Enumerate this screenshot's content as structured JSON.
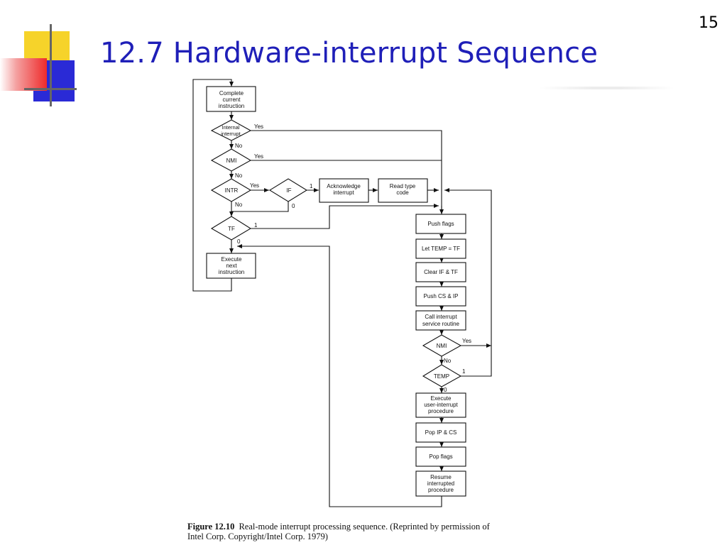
{
  "slide": {
    "page_number": "15",
    "title": "12.7 Hardware-interrupt Sequence"
  },
  "flowchart": {
    "complete_current": [
      "Complete",
      "current",
      "instruction"
    ],
    "internal_interrupt": [
      "Internal",
      "interrupt"
    ],
    "nmi_top": "NMI",
    "intr": "INTR",
    "if_flag": "IF",
    "acknowledge": [
      "Acknowledge",
      "interrupt"
    ],
    "read_type": [
      "Read type",
      "code"
    ],
    "tf": "TF",
    "execute_next": [
      "Execute",
      "next",
      "instruction"
    ],
    "push_flags": "Push flags",
    "let_temp": "Let TEMP = TF",
    "clear_if_tf": "Clear IF & TF",
    "push_cs_ip": "Push CS & IP",
    "call_isr": [
      "Call interrupt",
      "service routine"
    ],
    "nmi_bottom": "NMI",
    "temp": "TEMP",
    "execute_user": [
      "Execute",
      "user-interrupt",
      "procedure"
    ],
    "pop_ip_cs": "Pop IP & CS",
    "pop_flags": "Pop flags",
    "resume": [
      "Resume",
      "interrupted",
      "procedure"
    ],
    "labels": {
      "yes": "Yes",
      "no": "No",
      "one": "1",
      "zero": "0"
    }
  },
  "caption": {
    "figure": "Figure 12.10",
    "text": "Real-mode interrupt processing sequence. (Reprinted by permission of Intel Corp. Copyright/Intel Corp. 1979)"
  }
}
